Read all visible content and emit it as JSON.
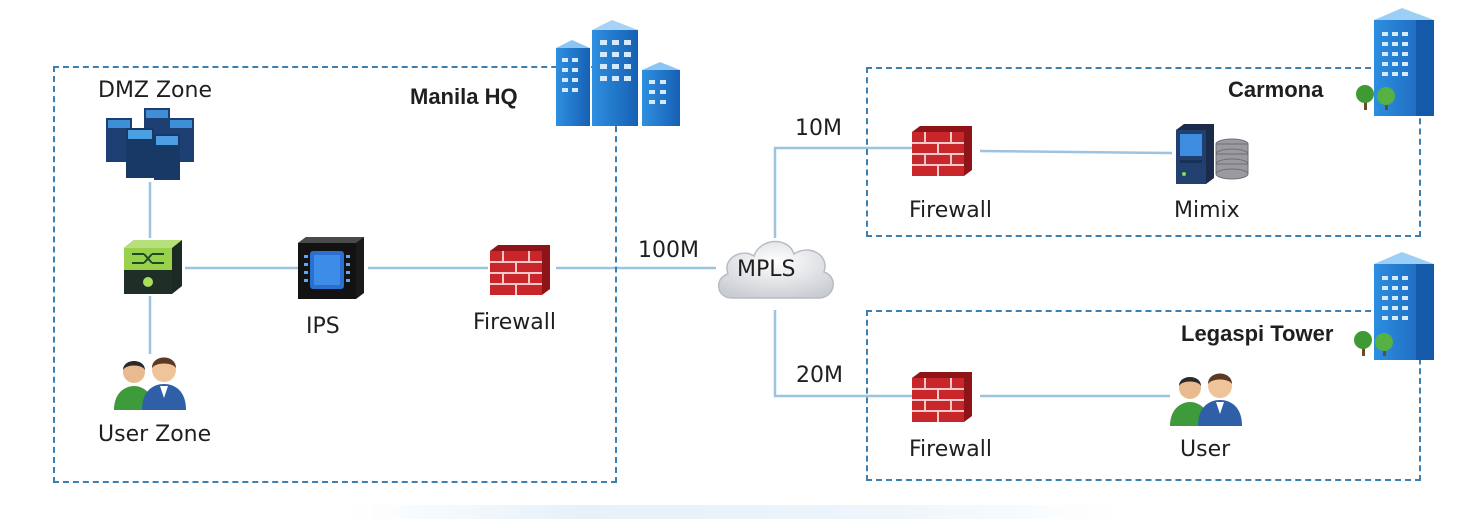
{
  "colors": {
    "zone_border": "#3d7fb0",
    "link": "#9cc3e0",
    "firewall": "#c8262b",
    "building": "#1f74c8"
  },
  "sites": {
    "hq": {
      "name": "Manila HQ"
    },
    "carmona": {
      "name": "Carmona"
    },
    "legaspi": {
      "name": "Legaspi Tower"
    }
  },
  "nodes": {
    "dmz": "DMZ Zone",
    "user_zone": "User Zone",
    "ips": "IPS",
    "hq_firewall": "Firewall",
    "mpls": "MPLS",
    "carmona_firewall": "Firewall",
    "mimix": "Mimix",
    "legaspi_firewall": "Firewall",
    "legaspi_user": "User"
  },
  "links": {
    "hq_bandwidth": "100M",
    "carmona_bandwidth": "10M",
    "legaspi_bandwidth": "20M"
  },
  "icons": [
    "building-icon",
    "server-cluster-icon",
    "switch-icon",
    "ips-icon",
    "firewall-icon",
    "cloud-icon",
    "server-storage-icon",
    "users-icon",
    "tree-icon"
  ]
}
